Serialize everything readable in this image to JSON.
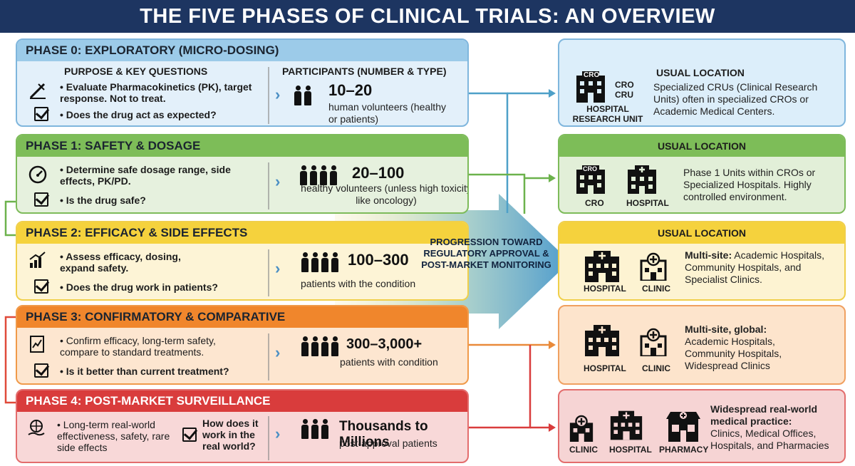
{
  "title": "THE FIVE PHASES OF CLINICAL TRIALS: AN OVERVIEW",
  "progression": "PROGRESSION TOWARD REGULATORY APPROVAL & POST-MARKET MONITORING",
  "colors": {
    "phase0": "#5fa8d8",
    "phase1": "#6cb24c",
    "phase2": "#f2cc2f",
    "phase3": "#f0862c",
    "phase4": "#d93c3c"
  },
  "phases": [
    {
      "header": "PHASE 0: EXPLORATORY (MICRO-DOSING)",
      "purpose_title": "PURPOSE & KEY QUESTIONS",
      "participants_title": "PARTICIPANTS (NUMBER & TYPE)",
      "bullet1": "• Evaluate Pharmacokinetics (PK), target response. Not to treat.",
      "bullet2": "• Does the drug act as expected?",
      "count": "10–20",
      "participants": "human volunteers (healthy or patients)",
      "icon": "syringe-icon"
    },
    {
      "header": "PHASE 1: SAFETY & DOSAGE",
      "bullet1": "• Determine safe dosage range, side effects, PK/PD.",
      "bullet2": "• Is the drug safe?",
      "count": "20–100",
      "participants": "healthy volunteers (unless high toxicity like oncology)",
      "icon": "gauge-icon"
    },
    {
      "header": "PHASE 2: EFFICACY & SIDE EFFECTS",
      "bullet1": "• Assess efficacy, dosing, expand safety.",
      "bullet2": "• Does the drug work in patients?",
      "count": "100–300",
      "participants": "patients with the condition",
      "icon": "chart-up-icon"
    },
    {
      "header": "PHASE 3: CONFIRMATORY & COMPARATIVE",
      "bullet1": "• Confirm efficacy, long-term safety, compare to standard treatments.",
      "bullet2": "• Is it better than current treatment?",
      "count": "300–3,000+",
      "participants": "patients with condition",
      "icon": "document-chart-icon"
    },
    {
      "header": "PHASE 4: POST-MARKET SURVEILLANCE",
      "bullet1": "• Long-term real-world effectiveness, safety, rare side effects",
      "bullet2": "How does it work in the real world?",
      "count": "Thousands to Millions",
      "participants": "post-approval patients",
      "icon": "globe-hand-icon"
    }
  ],
  "locations": [
    {
      "title": "USUAL LOCATION",
      "text": "Specialized CRUs (Clinical Research Units) often in specialized CROs or Academic Medical Centers.",
      "building_labels": [
        "HOSPITAL RESEARCH UNIT"
      ],
      "building_signs": [
        "CRO",
        "CRO",
        "CRU"
      ]
    },
    {
      "title": "USUAL LOCATION",
      "text": "Phase 1 Units within CROs or Specialized Hospitals. Highly controlled environment.",
      "building_labels": [
        "CRO",
        "HOSPITAL"
      ],
      "building_signs": [
        "CRO"
      ]
    },
    {
      "title": "USUAL LOCATION",
      "text_bold": "Multi-site:",
      "text": " Academic Hospitals, Community Hospitals, and Specialist Clinics.",
      "building_labels": [
        "HOSPITAL",
        "CLINIC"
      ]
    },
    {
      "text_bold": "Multi-site, global:",
      "text": "Academic Hospitals, Community Hospitals, Widespread Clinics",
      "building_labels": [
        "HOSPITAL",
        "CLINIC"
      ]
    },
    {
      "text_bold": "Widespread real-world medical practice:",
      "text": "Clinics, Medical Offices, Hospitals, and Pharmacies",
      "building_labels": [
        "CLINIC",
        "HOSPITAL",
        "PHARMACY"
      ]
    }
  ]
}
